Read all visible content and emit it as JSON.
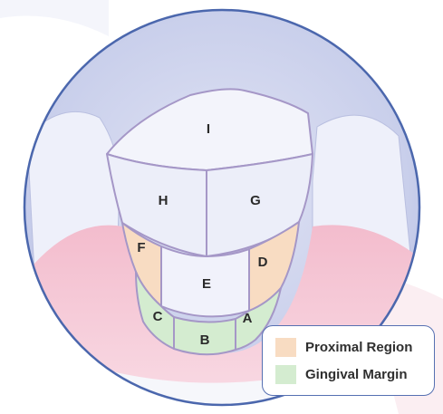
{
  "regions": {
    "A": "A",
    "B": "B",
    "C": "C",
    "D": "D",
    "E": "E",
    "F": "F",
    "G": "G",
    "H": "H",
    "I": "I"
  },
  "legend": {
    "items": [
      {
        "label": "Proximal Region",
        "color": "#f8dcc2"
      },
      {
        "label": "Gingival Margin",
        "color": "#d4ecd0"
      }
    ]
  },
  "colors": {
    "circle_outline": "#4b67ad",
    "sky": "#c7cdea",
    "gum": "#f6c6d4",
    "tooth": "#f1f2fb",
    "section_lines": "#a597c7"
  }
}
